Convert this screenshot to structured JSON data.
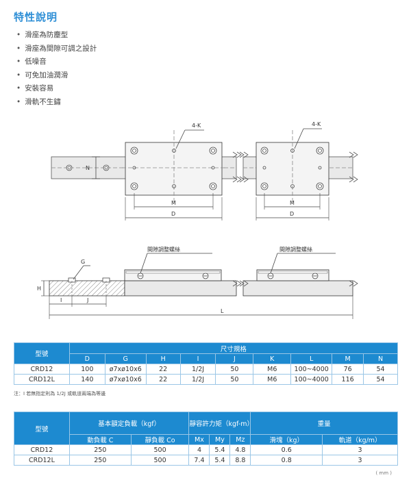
{
  "title": "特性說明",
  "features": [
    "滑座為防塵型",
    "滑座為間隙可調之設計",
    "低噪音",
    "可免加油潤滑",
    "安裝容易",
    "滑軌不生鏽"
  ],
  "drawing_labels": {
    "k_left": "4-K",
    "k_right": "4-K",
    "n": "N",
    "m_left": "M",
    "d_left": "D",
    "m_right": "M",
    "d_right": "D",
    "screw_left": "間隙調整螺絲",
    "screw_right": "間隙調整螺絲",
    "g": "G",
    "h": "H",
    "i": "I",
    "j": "J",
    "l": "L"
  },
  "table1": {
    "model_header": "型號",
    "group_header": "尺寸規格",
    "columns": [
      "D",
      "G",
      "H",
      "I",
      "J",
      "K",
      "L",
      "M",
      "N"
    ],
    "rows": [
      {
        "model": "CRD12",
        "values": [
          "100",
          "ø7xø10x6",
          "22",
          "1/2J",
          "50",
          "M6",
          "100~4000",
          "76",
          "54"
        ]
      },
      {
        "model": "CRD12L",
        "values": [
          "140",
          "ø7xø10x6",
          "22",
          "1/2J",
          "50",
          "M6",
          "100~4000",
          "116",
          "54"
        ]
      }
    ]
  },
  "note": "注：I 若無指定則為 1/2J 或軌道兩端為等邊",
  "table2": {
    "model_header": "型號",
    "load_header": "基本額定負載（kgf）",
    "moment_header": "靜容許力矩（kgf-m）",
    "weight_header": "重量",
    "sub_headers": [
      "動負載 C",
      "靜負載 Co",
      "Mx",
      "My",
      "Mz",
      "滑塊（kg）",
      "軌道（kg/m）"
    ],
    "rows": [
      {
        "model": "CRD12",
        "values": [
          "250",
          "500",
          "4",
          "5.4",
          "4.8",
          "0.6",
          "3"
        ]
      },
      {
        "model": "CRD12L",
        "values": [
          "250",
          "500",
          "7.4",
          "5.4",
          "8.8",
          "0.8",
          "3"
        ]
      }
    ]
  },
  "unit": "( mm )"
}
